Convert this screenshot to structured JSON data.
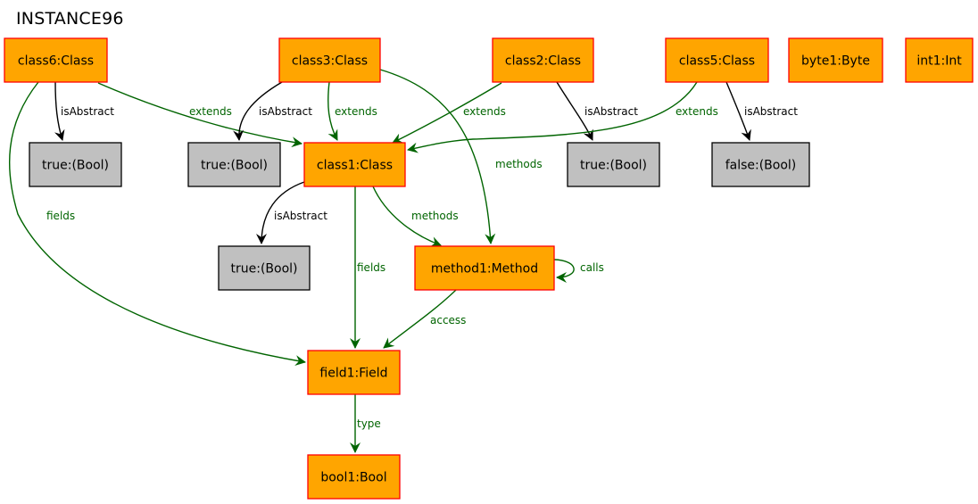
{
  "title": "INSTANCE96",
  "colors": {
    "object_fill": "#ffa500",
    "object_stroke": "#ff0000",
    "value_fill": "#c0c0c0",
    "value_stroke": "#000000",
    "green_edge": "#006400",
    "black_edge": "#000000"
  },
  "nodes": [
    {
      "id": "class6",
      "label": "class6:Class",
      "kind": "object"
    },
    {
      "id": "class3",
      "label": "class3:Class",
      "kind": "object"
    },
    {
      "id": "class2",
      "label": "class2:Class",
      "kind": "object"
    },
    {
      "id": "class5",
      "label": "class5:Class",
      "kind": "object"
    },
    {
      "id": "byte1",
      "label": "byte1:Byte",
      "kind": "object"
    },
    {
      "id": "int1",
      "label": "int1:Int",
      "kind": "object"
    },
    {
      "id": "true_c6",
      "label": "true:(Bool)",
      "kind": "value"
    },
    {
      "id": "true_c3",
      "label": "true:(Bool)",
      "kind": "value"
    },
    {
      "id": "class1",
      "label": "class1:Class",
      "kind": "object"
    },
    {
      "id": "true_c2",
      "label": "true:(Bool)",
      "kind": "value"
    },
    {
      "id": "false_c5",
      "label": "false:(Bool)",
      "kind": "value"
    },
    {
      "id": "true_c1",
      "label": "true:(Bool)",
      "kind": "value"
    },
    {
      "id": "method1",
      "label": "method1:Method",
      "kind": "object"
    },
    {
      "id": "field1",
      "label": "field1:Field",
      "kind": "object"
    },
    {
      "id": "bool1",
      "label": "bool1:Bool",
      "kind": "object"
    }
  ],
  "edges": [
    {
      "from": "class6",
      "to": "true_c6",
      "label": "isAbstract",
      "color": "black"
    },
    {
      "from": "class6",
      "to": "class1",
      "label": "extends",
      "color": "green"
    },
    {
      "from": "class6",
      "to": "field1",
      "label": "fields",
      "color": "green"
    },
    {
      "from": "class3",
      "to": "true_c3",
      "label": "isAbstract",
      "color": "black"
    },
    {
      "from": "class3",
      "to": "class1",
      "label": "extends",
      "color": "green"
    },
    {
      "from": "class3",
      "to": "method1",
      "label": "methods",
      "color": "green"
    },
    {
      "from": "class2",
      "to": "class1",
      "label": "extends",
      "color": "green"
    },
    {
      "from": "class2",
      "to": "true_c2",
      "label": "isAbstract",
      "color": "black"
    },
    {
      "from": "class5",
      "to": "class1",
      "label": "extends",
      "color": "green"
    },
    {
      "from": "class5",
      "to": "false_c5",
      "label": "isAbstract",
      "color": "black"
    },
    {
      "from": "class1",
      "to": "true_c1",
      "label": "isAbstract",
      "color": "black"
    },
    {
      "from": "class1",
      "to": "method1",
      "label": "methods",
      "color": "green"
    },
    {
      "from": "class1",
      "to": "field1",
      "label": "fields",
      "color": "green"
    },
    {
      "from": "method1",
      "to": "method1",
      "label": "calls",
      "color": "green"
    },
    {
      "from": "method1",
      "to": "field1",
      "label": "access",
      "color": "green"
    },
    {
      "from": "field1",
      "to": "bool1",
      "label": "type",
      "color": "green"
    }
  ]
}
